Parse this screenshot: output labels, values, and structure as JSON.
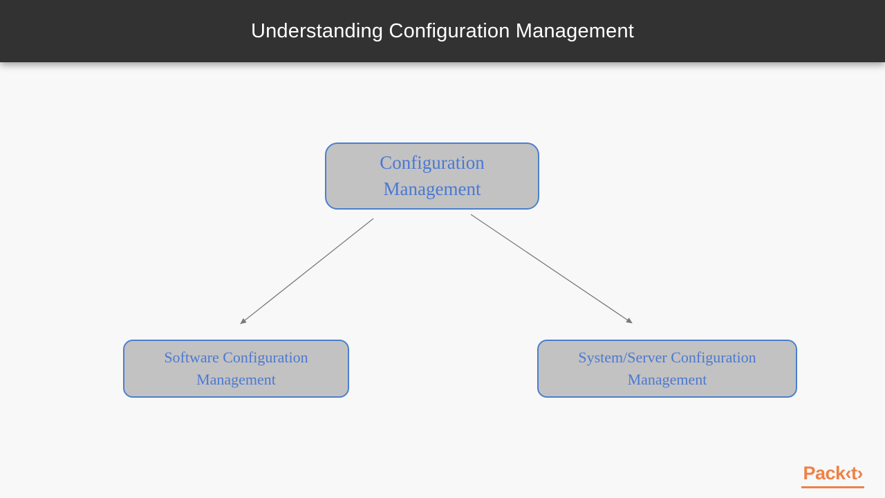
{
  "header": {
    "title": "Understanding Configuration Management"
  },
  "diagram": {
    "nodes": [
      {
        "id": "configuration-management",
        "label": "Configuration Management"
      },
      {
        "id": "software-configuration-management",
        "label": "Software Configuration Management"
      },
      {
        "id": "system-server-configuration-management",
        "label": "System/Server Configuration Management"
      }
    ],
    "edges": [
      {
        "from": "configuration-management",
        "to": "software-configuration-management"
      },
      {
        "from": "configuration-management",
        "to": "system-server-configuration-management"
      }
    ]
  },
  "footer": {
    "logo_text": "Pack‹t›"
  },
  "colors": {
    "header_bg": "#323232",
    "header_text": "#ffffff",
    "slide_bg": "#f8f8f8",
    "node_fill": "#c3c2c2",
    "node_border_blue": "#4a7fd0",
    "node_text_blue": "#4a79d2",
    "arrow_gray": "#7a7a7a",
    "logo_orange": "#ee8147"
  }
}
